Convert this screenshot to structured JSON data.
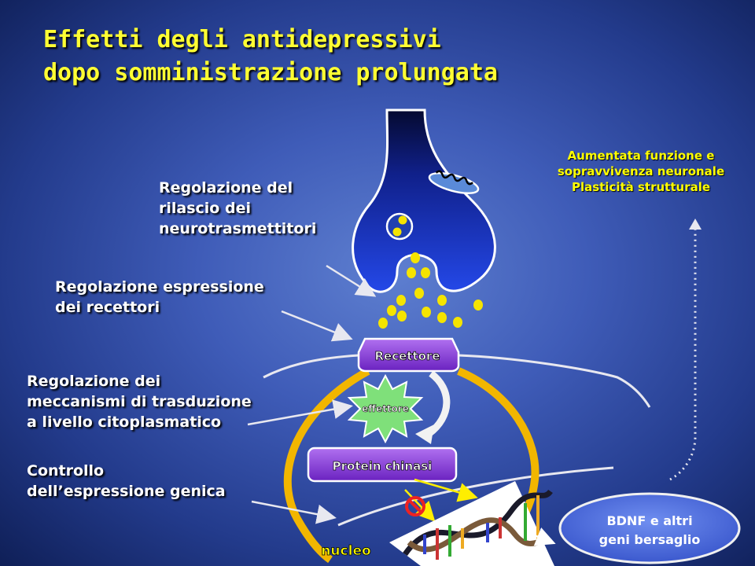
{
  "title": {
    "line1": "Effetti degli antidepressivi",
    "line2": "dopo somministrazione prolungata"
  },
  "labels": {
    "release": [
      "Regolazione del",
      "rilascio dei",
      "neurotrasmettitori"
    ],
    "receptors": [
      "Regolazione espressione",
      "dei recettori"
    ],
    "transduction": [
      "Regolazione dei",
      "meccanismi di trasduzione",
      "a livello citoplasmatico"
    ],
    "gene": [
      "Controllo",
      "dell’espressione genica"
    ]
  },
  "outcome": [
    "Aumentata funzione e",
    "sopravvivenza neuronale",
    "Plasticità strutturale"
  ],
  "components": {
    "receptor": "Recettore",
    "effector": "effettore",
    "kinase": "Protein chinasi",
    "nucleus": "nucleo",
    "bdnf_line1": "BDNF e altri",
    "bdnf_line2": "geni bersaglio"
  },
  "colors": {
    "title": "#ffff33",
    "neuron": "#1f3fd6",
    "vesicle": "#f5e400",
    "receptor": "#8e44d8",
    "effector": "#7fe07a",
    "cell_outline": "#f2b600",
    "inhibit": "#ee2222"
  }
}
